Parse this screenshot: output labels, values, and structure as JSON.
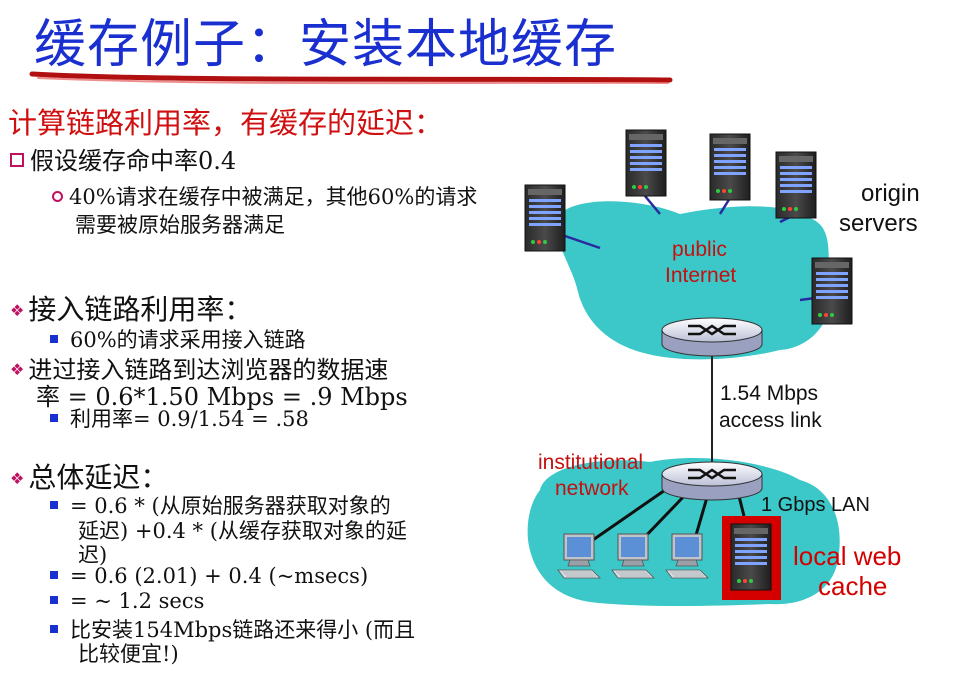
{
  "title": "缓存例子：安装本地缓存",
  "subtitle": "计算链路利用率，有缓存的延迟：",
  "assumption": {
    "text": "假设缓存命中率0.4",
    "detail_line1": "40%请求在缓存中被满足，其他60%的请求",
    "detail_line2": "需要被原始服务器满足"
  },
  "access_util": {
    "heading": "接入链路利用率：",
    "item1": "60%的请求采用接入链路"
  },
  "rate": {
    "line1": "进过接入链路到达浏览器的数据速",
    "line2": "率 = 0.6*1.50 Mbps = .9 Mbps",
    "item1": "利用率= 0.9/1.54 = .58"
  },
  "delay": {
    "heading": "总体延迟：",
    "item1_line1": "= 0.6 * (从原始服务器获取对象的",
    "item1_line2": "延迟) +0.4 * (从缓存获取对象的延",
    "item1_line3": "迟)",
    "item2": "= 0.6 (2.01) + 0.4 (~msecs)",
    "item3": "= ~ 1.2 secs",
    "item4_line1": "比安装154Mbps链路还来得小 (而且",
    "item4_line2": "比较便宜!)"
  },
  "diagram": {
    "origin_servers_line1": "origin",
    "origin_servers_line2": "servers",
    "public_internet_line1": "public",
    "public_internet_line2": "Internet",
    "access_link_line1": "1.54 Mbps",
    "access_link_line2": "access link",
    "institutional_line1": "institutional",
    "institutional_line2": "network",
    "lan_label": "1 Gbps LAN",
    "cache_line1": "local web",
    "cache_line2": "cache"
  },
  "colors": {
    "title": "#1a2fd0",
    "subtitle": "#d01010",
    "cloud": "#3cc8c8",
    "cache_box": "#d40000",
    "bullet": "#c01060"
  }
}
